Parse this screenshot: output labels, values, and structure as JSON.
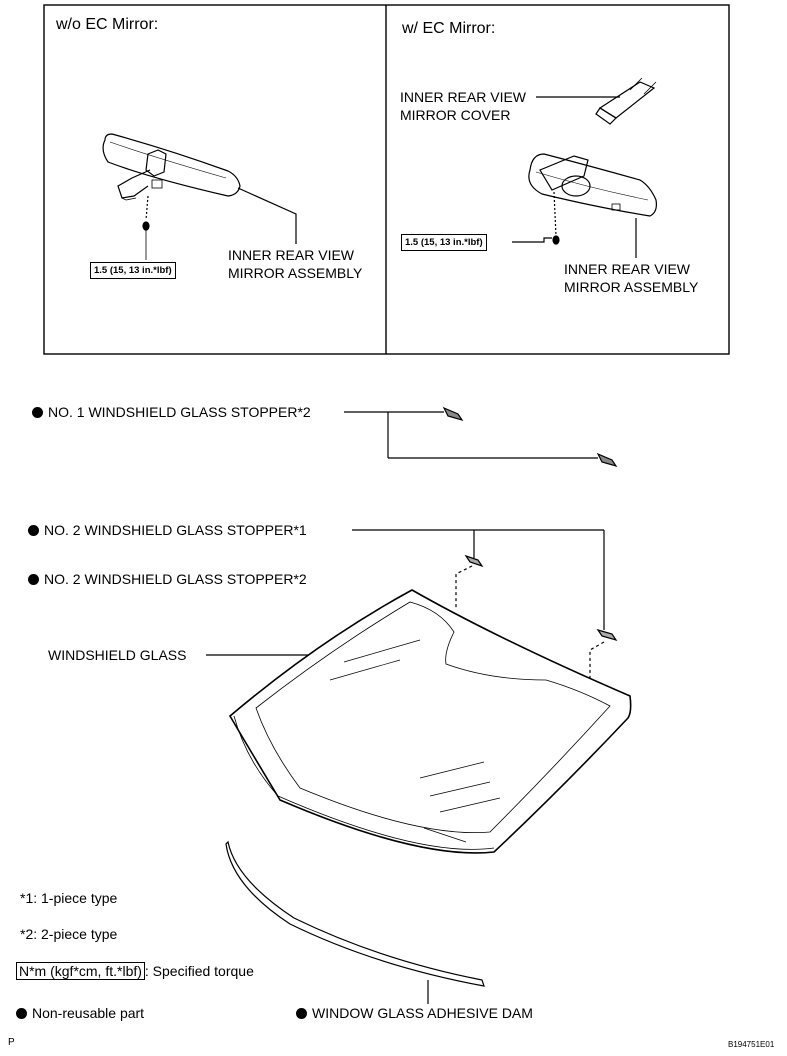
{
  "panels": {
    "left": {
      "title": "w/o EC Mirror:",
      "torque": "1.5 (15, 13 in.*lbf)",
      "mirror_label_line1": "INNER REAR VIEW",
      "mirror_label_line2": "MIRROR ASSEMBLY"
    },
    "right": {
      "title": "w/ EC Mirror:",
      "cover_label_line1": "INNER REAR VIEW",
      "cover_label_line2": "MIRROR COVER",
      "torque": "1.5 (15, 13 in.*lbf)",
      "mirror_label_line1": "INNER REAR VIEW",
      "mirror_label_line2": "MIRROR ASSEMBLY"
    }
  },
  "parts": {
    "stopper_no1_2": "NO. 1 WINDSHIELD GLASS STOPPER*2",
    "stopper_no2_1": "NO. 2 WINDSHIELD GLASS STOPPER*1",
    "stopper_no2_2": "NO. 2 WINDSHIELD GLASS STOPPER*2",
    "windshield_glass": "WINDSHIELD GLASS",
    "adhesive_dam": "WINDOW GLASS ADHESIVE DAM"
  },
  "legend": {
    "note1": "*1: 1-piece type",
    "note2": "*2: 2-piece type",
    "torque_unit": "N*m (kgf*cm, ft.*lbf)",
    "torque_desc": ": Specified torque",
    "non_reusable": "Non-reusable part"
  },
  "footer": {
    "left_mark": "P",
    "figure_id": "B194751E01"
  }
}
